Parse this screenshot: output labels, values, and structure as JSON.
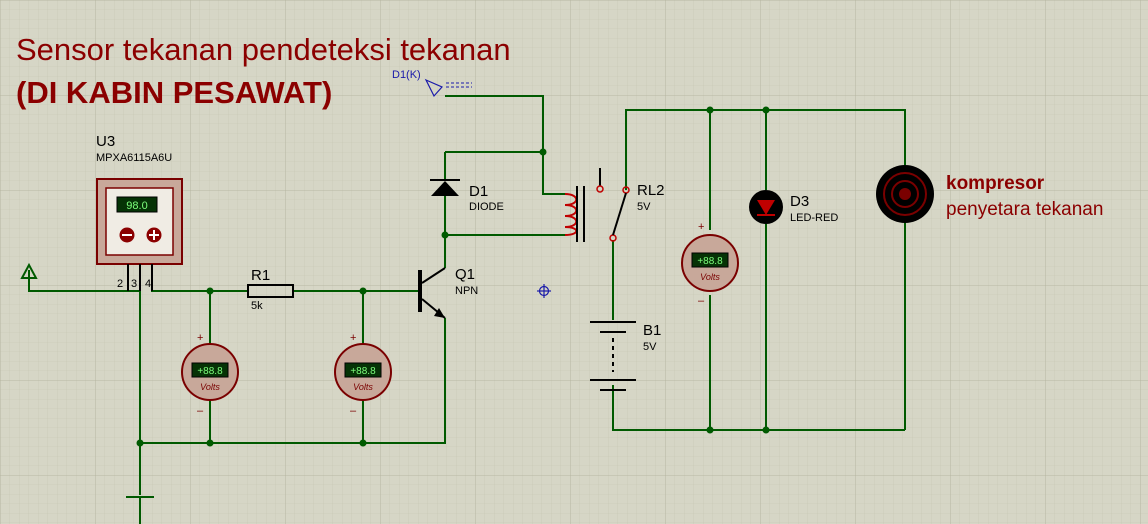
{
  "title": {
    "line1": "Sensor tekanan pendeteksi tekanan",
    "line2": "(DI KABIN PESAWAT)"
  },
  "probe": {
    "label": "D1(K)"
  },
  "sensor": {
    "ref": "U3",
    "part": "MPXA6115A6U",
    "reading": "98.0",
    "pins": [
      "2",
      "3",
      "4"
    ]
  },
  "resistor": {
    "ref": "R1",
    "value": "5k"
  },
  "transistor": {
    "ref": "Q1",
    "type": "NPN"
  },
  "diode": {
    "ref": "D1",
    "type": "DIODE"
  },
  "relay": {
    "ref": "RL2",
    "value": "5V"
  },
  "battery": {
    "ref": "B1",
    "value": "5V"
  },
  "led": {
    "ref": "D3",
    "type": "LED-RED"
  },
  "voltmeter": {
    "reading": "+88.8",
    "unit": "Volts",
    "plus": "+",
    "minus": "–"
  },
  "motor": {
    "name": "kompresor",
    "desc": "penyetara tekanan"
  },
  "colors": {
    "wire": "#005a00",
    "component_body": "#7a0000",
    "title": "#8b0000",
    "grid_bg": "#d6d6c6"
  }
}
